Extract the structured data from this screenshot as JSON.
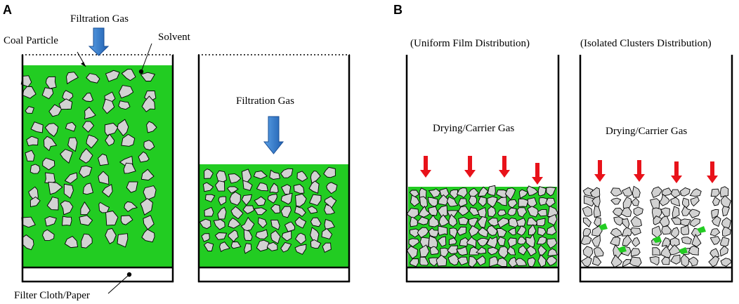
{
  "panel_a": {
    "letter": "A",
    "filtration_gas_top": "Filtration Gas",
    "coal_particle": "Coal Particle",
    "solvent": "Solvent",
    "filtration_gas_mid": "Filtration Gas",
    "filter_cloth": "Filter Cloth/Paper"
  },
  "panel_b": {
    "letter": "B",
    "uniform_title": "(Uniform Film Distribution)",
    "isolated_title": "(Isolated Clusters Distribution)",
    "drying_gas_left": "Drying/Carrier Gas",
    "drying_gas_right": "Drying/Carrier Gas"
  },
  "colors": {
    "solvent_green": "#22cc22",
    "particle_fill": "#d2d2d2",
    "blue_arrow": "#2e75c8",
    "red_arrow": "#e8121a",
    "outline": "#000000"
  }
}
